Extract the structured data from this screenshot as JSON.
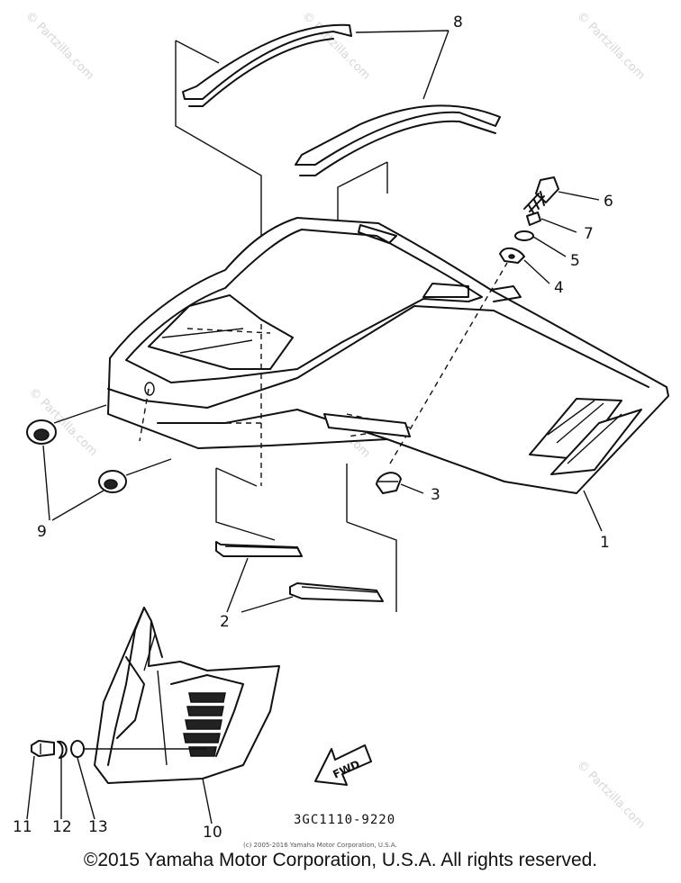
{
  "watermarks": [
    "© Partzilla.com",
    "© Partzilla.com",
    "© Partzilla.com",
    "© Partzilla.com",
    "© Partzilla.com"
  ],
  "callouts": {
    "c1": "1",
    "c2": "2",
    "c3": "3",
    "c4": "4",
    "c5": "5",
    "c6": "6",
    "c7": "7",
    "c8": "8",
    "c9": "9",
    "c10": "10",
    "c11": "11",
    "c12": "12",
    "c13": "13"
  },
  "arrow_label": "FWD",
  "diagram_code": "3GC1110-9220",
  "small_copyright": "(c) 2005-2016 Yamaha Motor Corporation, U.S.A.",
  "footer_copyright": "©2015 Yamaha Motor Corporation, U.S.A. All rights reserved."
}
